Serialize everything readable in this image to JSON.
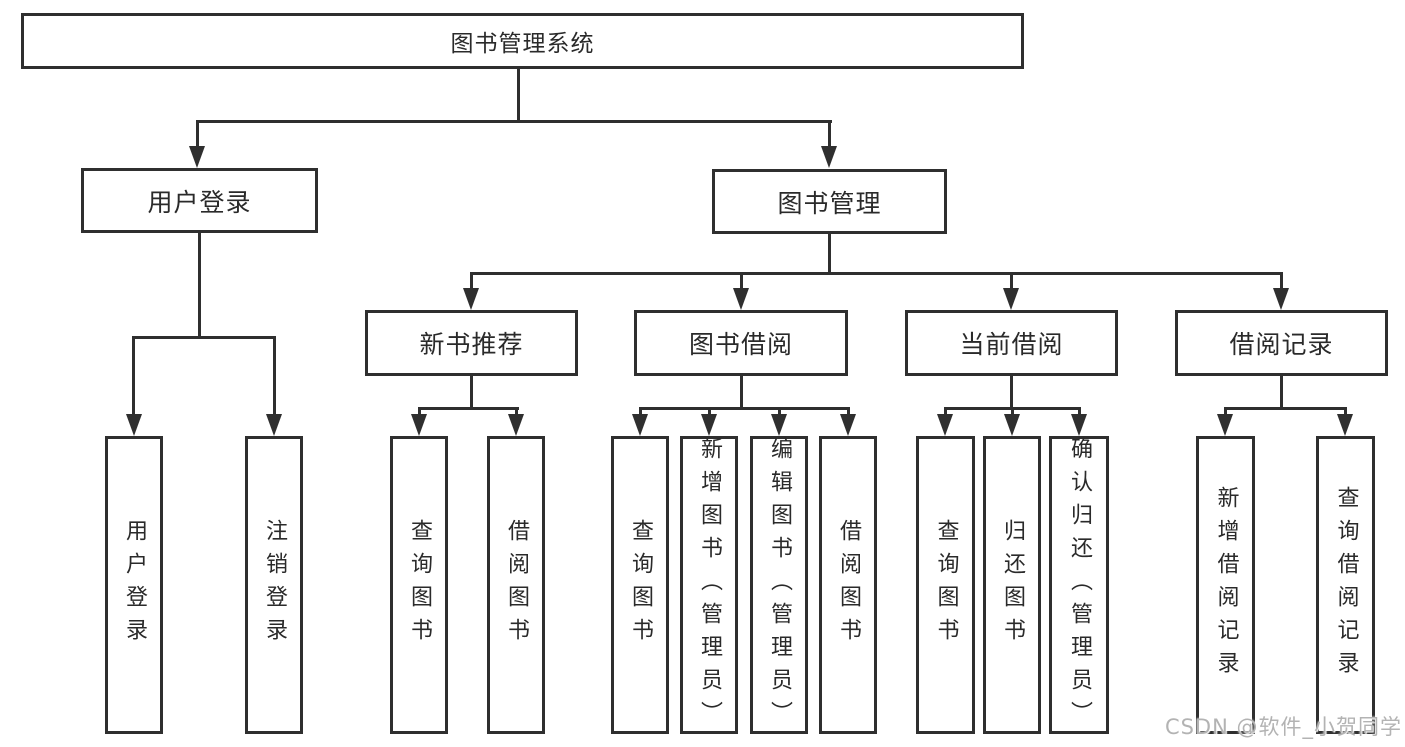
{
  "diagram": {
    "root": {
      "label": "图书管理系统",
      "children": [
        {
          "label": "用户登录",
          "children": [
            {
              "label": "用户登录"
            },
            {
              "label": "注销登录"
            }
          ]
        },
        {
          "label": "图书管理",
          "children": [
            {
              "label": "新书推荐",
              "children": [
                {
                  "label": "查询图书"
                },
                {
                  "label": "借阅图书"
                }
              ]
            },
            {
              "label": "图书借阅",
              "children": [
                {
                  "label": "查询图书"
                },
                {
                  "label": "新增图书（管理员）"
                },
                {
                  "label": "编辑图书（管理员）"
                },
                {
                  "label": "借阅图书"
                }
              ]
            },
            {
              "label": "当前借阅",
              "children": [
                {
                  "label": "查询图书"
                },
                {
                  "label": "归还图书"
                },
                {
                  "label": "确认归还（管理员）"
                }
              ]
            },
            {
              "label": "借阅记录",
              "children": [
                {
                  "label": "新增借阅记录"
                },
                {
                  "label": "查询借阅记录"
                }
              ]
            }
          ]
        }
      ]
    }
  },
  "watermark": {
    "text": "CSDN @软件_小贺同学"
  },
  "colors": {
    "line": "#2f2f2f",
    "text": "#2a2a2a",
    "background": "#ffffff",
    "watermark": "#b3b3b3"
  }
}
